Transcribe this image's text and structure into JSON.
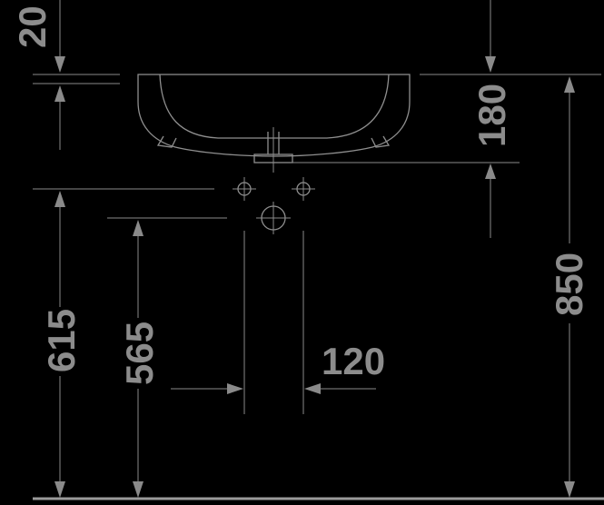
{
  "dimensions": {
    "top_offset": "20",
    "basin_depth": "180",
    "total_height": "850",
    "outlet_height": "615",
    "trap_height": "565",
    "outlet_spacing": "120"
  },
  "colors": {
    "background": "#000000",
    "line": "#8a8a8a",
    "text": "#8c8c8c"
  }
}
